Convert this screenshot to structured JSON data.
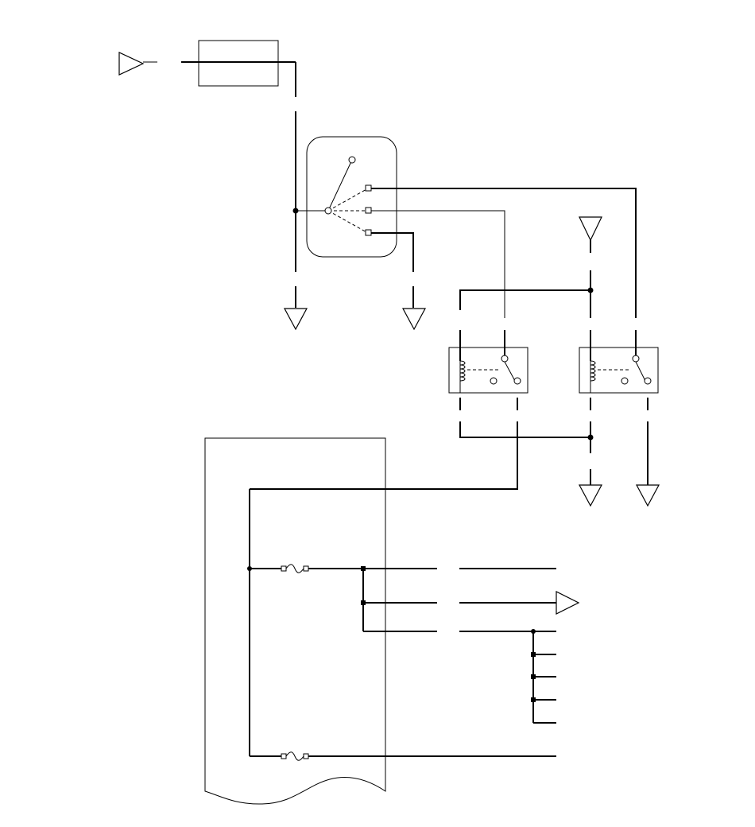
{
  "diagram": {
    "type": "wiring-schematic",
    "labels": [],
    "components": {
      "antenna_input": "triangle-terminal",
      "upper_module": "rectangle-box",
      "ignition_switch": "rotary-switch",
      "relays": [
        "relay",
        "relay"
      ],
      "power_distribution_box": "box-with-torn-edge",
      "fuses": [
        "fuse",
        "fuse"
      ],
      "grounds": 5,
      "power_feed": "triangle-terminal"
    },
    "colors": {
      "line": "#000000",
      "background": "#ffffff"
    }
  }
}
